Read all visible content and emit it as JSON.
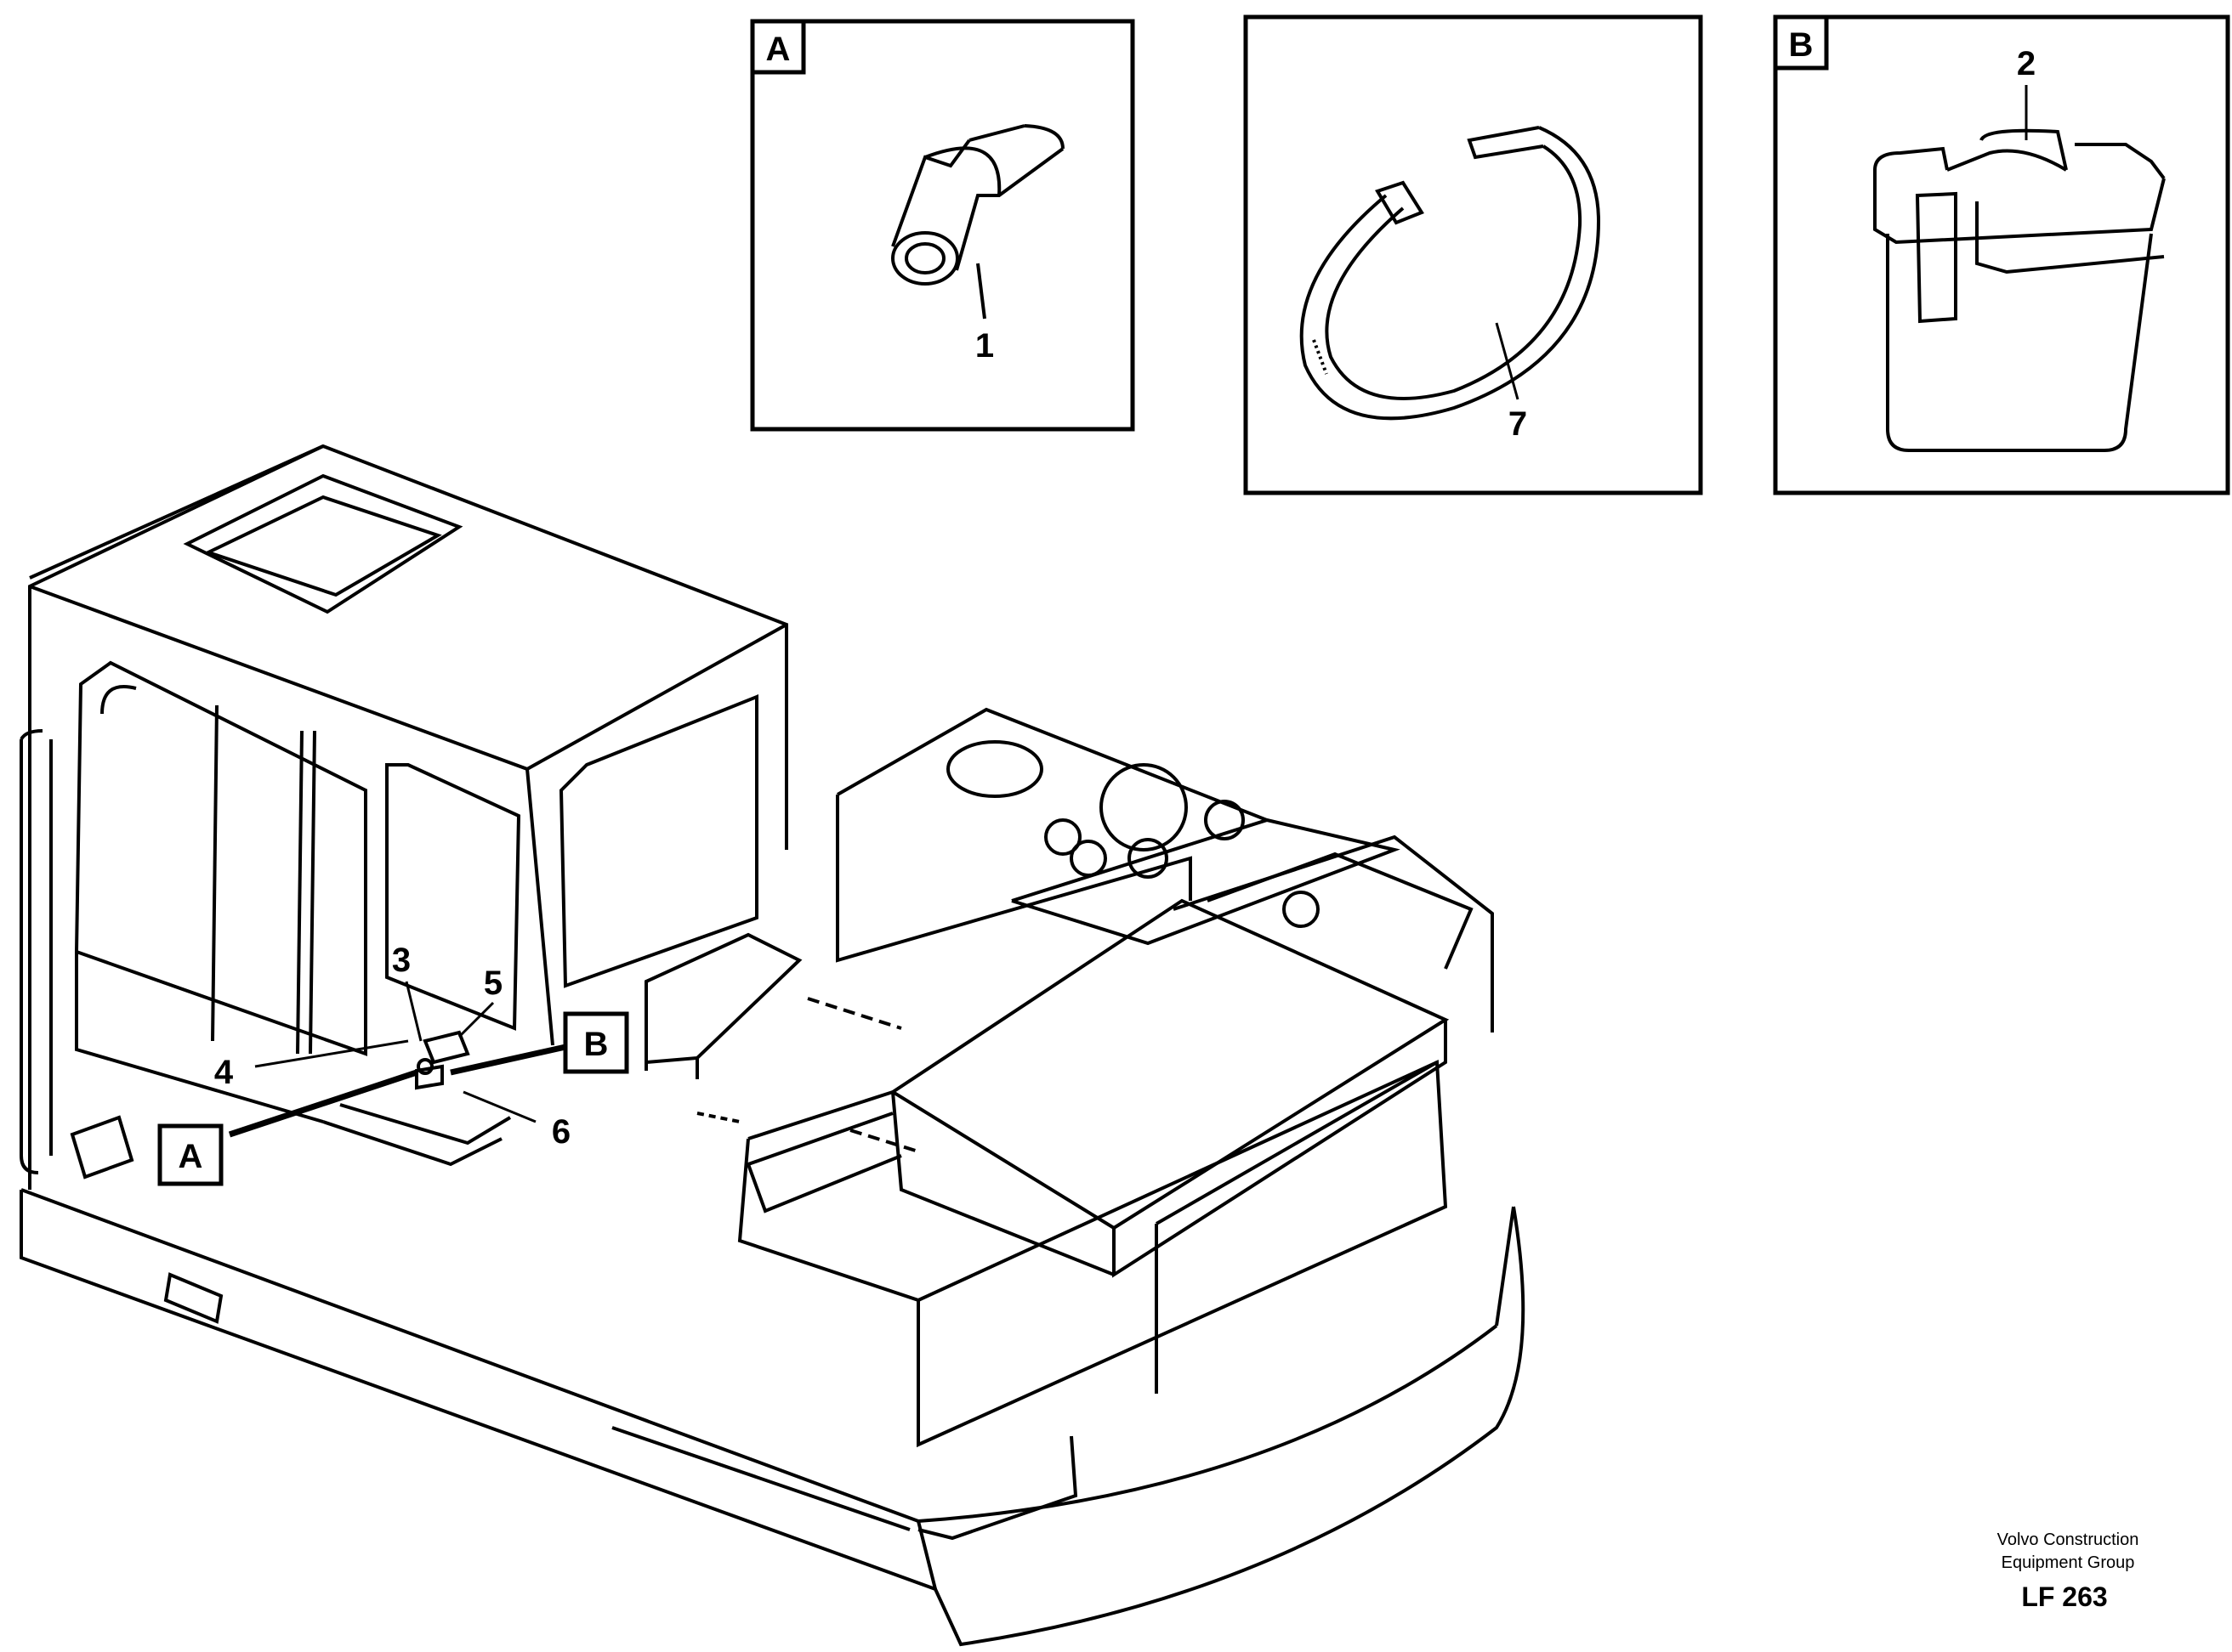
{
  "detail_views": [
    {
      "label": "A",
      "part_number": "1",
      "part": "sleeve-connector"
    },
    {
      "label": "",
      "part_number": "7",
      "part": "cable-tie"
    },
    {
      "label": "B",
      "part_number": "2",
      "part": "connector-housing"
    }
  ],
  "main_view": {
    "callouts": [
      "3",
      "4",
      "5",
      "6"
    ],
    "pointer_labels": [
      "A",
      "B"
    ]
  },
  "credit": {
    "line1": "Volvo Construction",
    "line2": "Equipment Group",
    "code": "LF 263"
  },
  "colors": {
    "ink": "#000000",
    "paper": "#ffffff"
  }
}
